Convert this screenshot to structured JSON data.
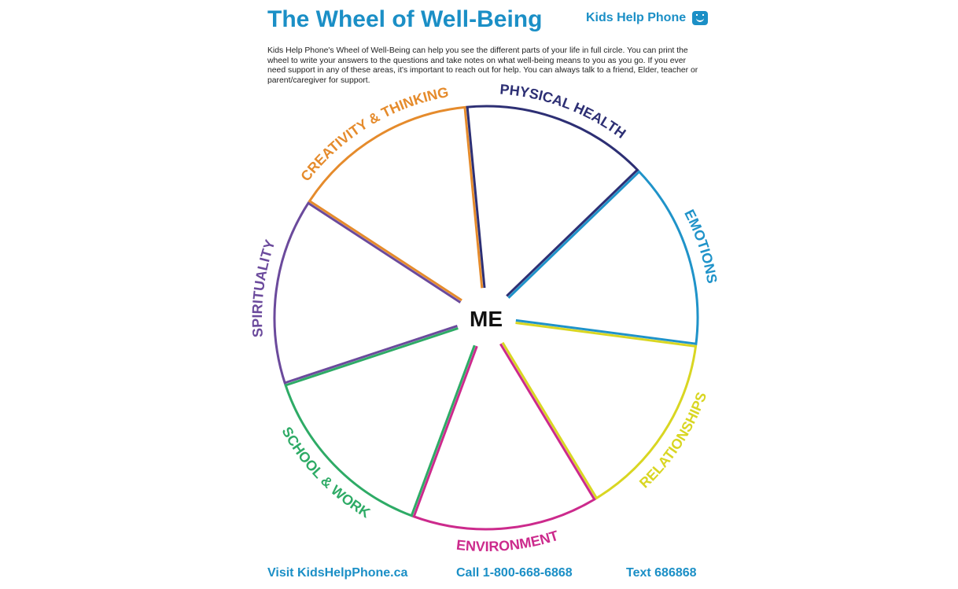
{
  "title": "The Wheel of Well-Being",
  "brand": {
    "name": "Kids Help Phone",
    "icon": "smiley-chat-icon"
  },
  "intro": "Kids Help Phone's Wheel of Well-Being can help you see the different parts of your life in full circle. You can print the wheel to write your answers to the questions and take notes on what well-being means to you as you go. If you ever need support in any of these areas, it's important to reach out for help. You can always talk to a friend, Elder, teacher or parent/caregiver for support.",
  "center_label": "ME",
  "segments": [
    {
      "label": "EMOTIONS",
      "color": "#1f93c9"
    },
    {
      "label": "RELATIONSHIPS",
      "color": "#d9d622"
    },
    {
      "label": "ENVIRONMENT",
      "color": "#cc2a8c"
    },
    {
      "label": "SCHOOL & WORK",
      "color": "#2eab66"
    },
    {
      "label": "SPIRITUALITY",
      "color": "#6b4a9c"
    },
    {
      "label": "CREATIVITY & THINKING",
      "color": "#e58b2c"
    },
    {
      "label": "PHYSICAL HEALTH",
      "color": "#2d2f74"
    }
  ],
  "footer": {
    "website": "Visit KidsHelpPhone.ca",
    "phone": "Call 1-800-668-6868",
    "text": "Text 686868"
  }
}
